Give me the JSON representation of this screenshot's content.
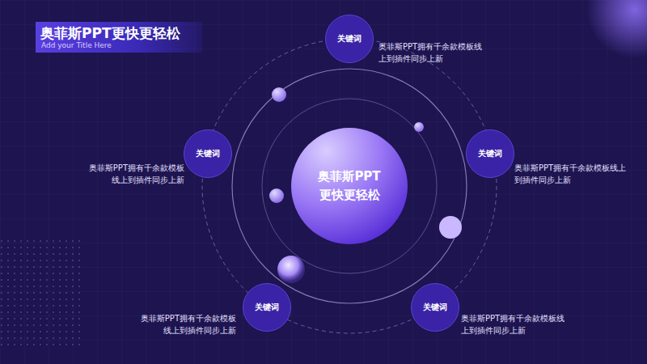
{
  "diagram": {
    "title": "奥菲斯PPT更快更轻松",
    "nodes": [
      {
        "text": [
          "奥菲斯PPT 更快更轻松"
        ]
      },
      {
        "text": [
          "关键词",
          "奥菲斯PPT拥有千余款模板线 上到插件同步上新"
        ]
      },
      {
        "text": [
          "关键词",
          "奥菲斯PPT拥有千余款模板 线上到插件同步上新"
        ]
      },
      {
        "text": [
          "关键词",
          "奥菲斯PPT拥有千余款模板线上 到插件同步上新"
        ]
      },
      {
        "text": [
          "关键词",
          "奥菲斯PPT拥有千余款模板 线上到插件同步上新"
        ]
      },
      {
        "text": [
          "关键词",
          "奥菲斯PPT拥有千余款模板线 上到插件同步上新"
        ]
      }
    ],
    "labels": [
      "Add your Title Here"
    ]
  }
}
